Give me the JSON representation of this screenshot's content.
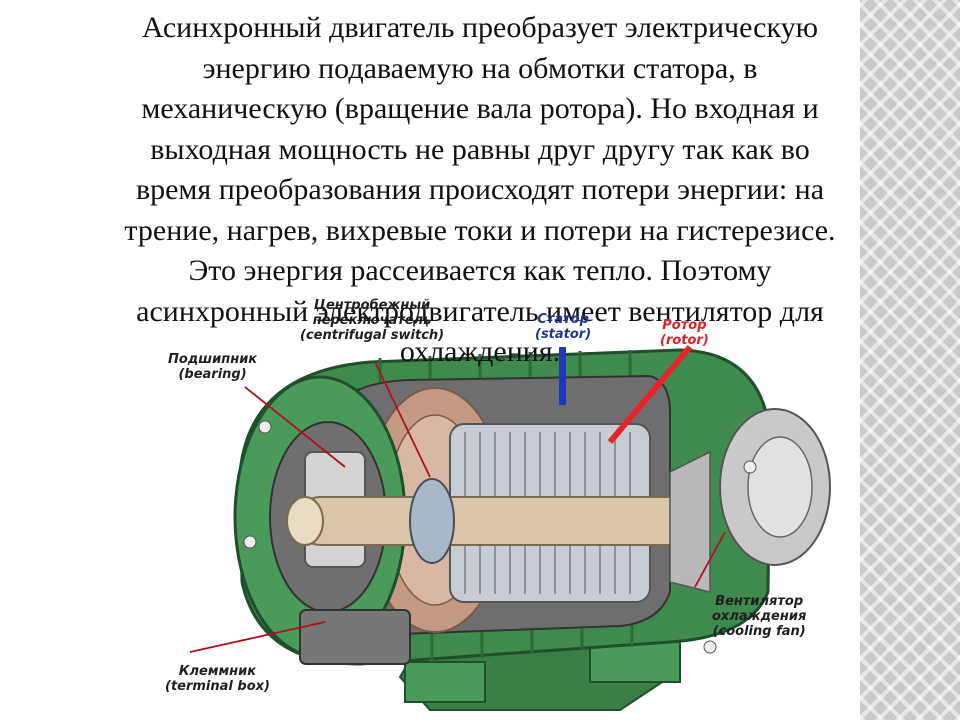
{
  "paragraph": {
    "lines": [
      "Асинхронный двигатель преобразует электрическую",
      "энергию подаваемую на обмотки статора, в",
      "механическую (вращение вала ротора). Но входная и",
      "выходная мощность не равны друг другу так как во",
      "время преобразования происходят потери энергии: на",
      "трение, нагрев, вихревые токи и потери на гистерезисе.",
      "Это энергия рассеивается как тепло. Поэтому",
      "асинхронный электродвигатель имеет вентилятор для",
      "охлаждения."
    ]
  },
  "diagram": {
    "labels": {
      "bearing": [
        "Подшипник",
        "(bearing)"
      ],
      "centrifugal_switch": [
        "Центробежный",
        "переключатель",
        "(centrifugal switch)"
      ],
      "stator": [
        "Статор",
        "(stator)"
      ],
      "rotor": [
        "Ротор",
        "(rotor)"
      ],
      "cooling_fan": [
        "Вентилятор",
        "охлаждения",
        "(cooling fan)"
      ],
      "terminal_box": [
        "Клеммник",
        "(terminal box)"
      ]
    },
    "colors": {
      "housing": "#3f8a4e",
      "housing_dark": "#27603a",
      "winding": "#c59a84",
      "rotor_core": "#c7ccd2",
      "shaft": "#d9c7a8",
      "stator_arrow": "#1e37b6",
      "rotor_arrow": "#e5232a",
      "leader_line": "#b01020"
    }
  }
}
